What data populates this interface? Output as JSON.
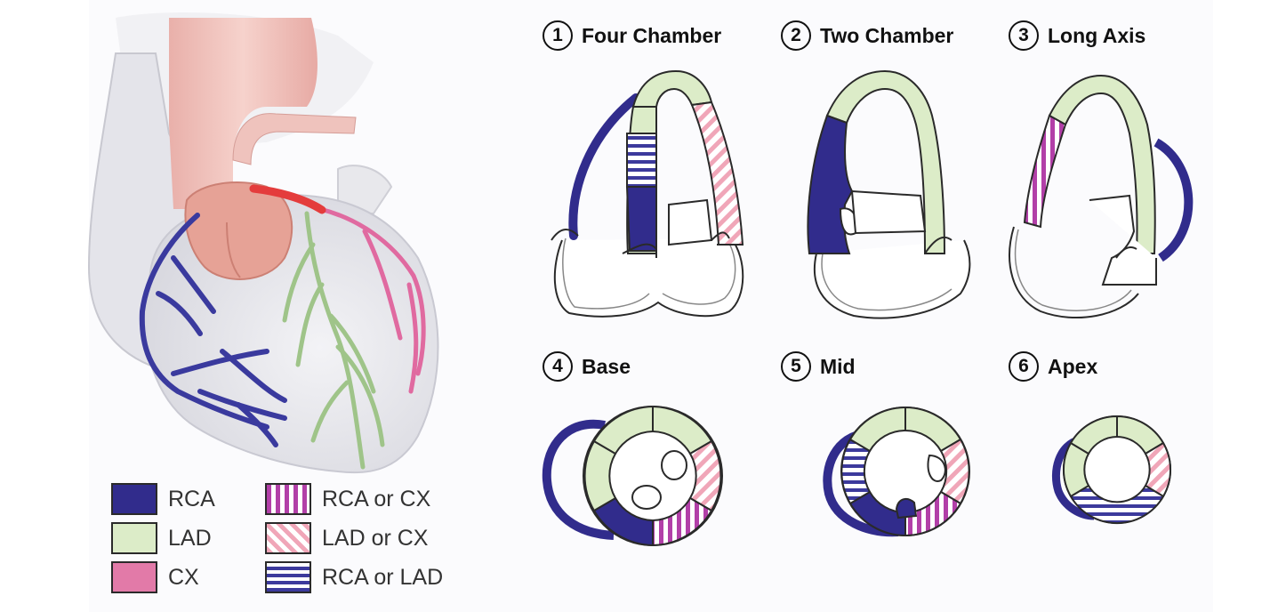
{
  "colors": {
    "rca": "#312c8c",
    "lad": "#dcecc8",
    "cx": "#e27aa8",
    "rca_or_cx_stripe": "#b23fa8",
    "lad_or_cx_stripe": "#f0a6b8",
    "rca_or_lad_stripe": "#3c3a9c",
    "outline": "#2a2a2a"
  },
  "views": [
    {
      "number": "1",
      "name": "Four Chamber"
    },
    {
      "number": "2",
      "name": "Two Chamber"
    },
    {
      "number": "3",
      "name": "Long Axis"
    },
    {
      "number": "4",
      "name": "Base"
    },
    {
      "number": "5",
      "name": "Mid"
    },
    {
      "number": "6",
      "name": "Apex"
    }
  ],
  "legend": [
    {
      "label": "RCA",
      "fill": "rca"
    },
    {
      "label": "LAD",
      "fill": "lad"
    },
    {
      "label": "CX",
      "fill": "cx"
    },
    {
      "label": "RCA or CX",
      "fill": "rca-or-cx"
    },
    {
      "label": "LAD or CX",
      "fill": "lad-or-cx"
    },
    {
      "label": "RCA or LAD",
      "fill": "rca-or-lad"
    }
  ]
}
